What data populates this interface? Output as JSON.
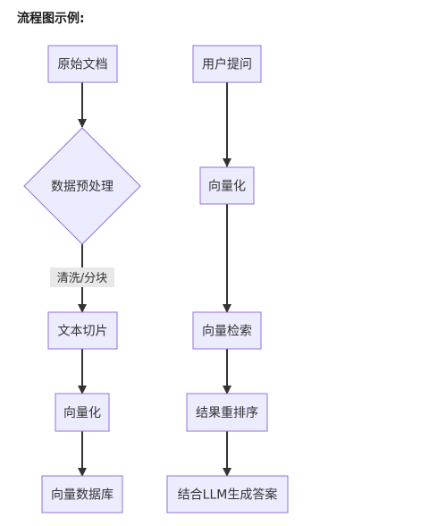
{
  "heading": "流程图示例:",
  "nodes": {
    "doc": "原始文档",
    "preprocess": "数据预处理",
    "chunk": "文本切片",
    "vec_left": "向量化",
    "vectordb": "向量数据库",
    "question": "用户提问",
    "vec_right": "向量化",
    "search": "向量检索",
    "rerank": "结果重排序",
    "llm_answer": "结合LLM生成答案"
  },
  "edge_labels": {
    "clean_split": "清洗/分块"
  },
  "colors": {
    "node_fill": "#ECECFF",
    "node_stroke": "#9370DB",
    "edge": "#333333",
    "edge_label_bg": "#e8e8e8"
  }
}
